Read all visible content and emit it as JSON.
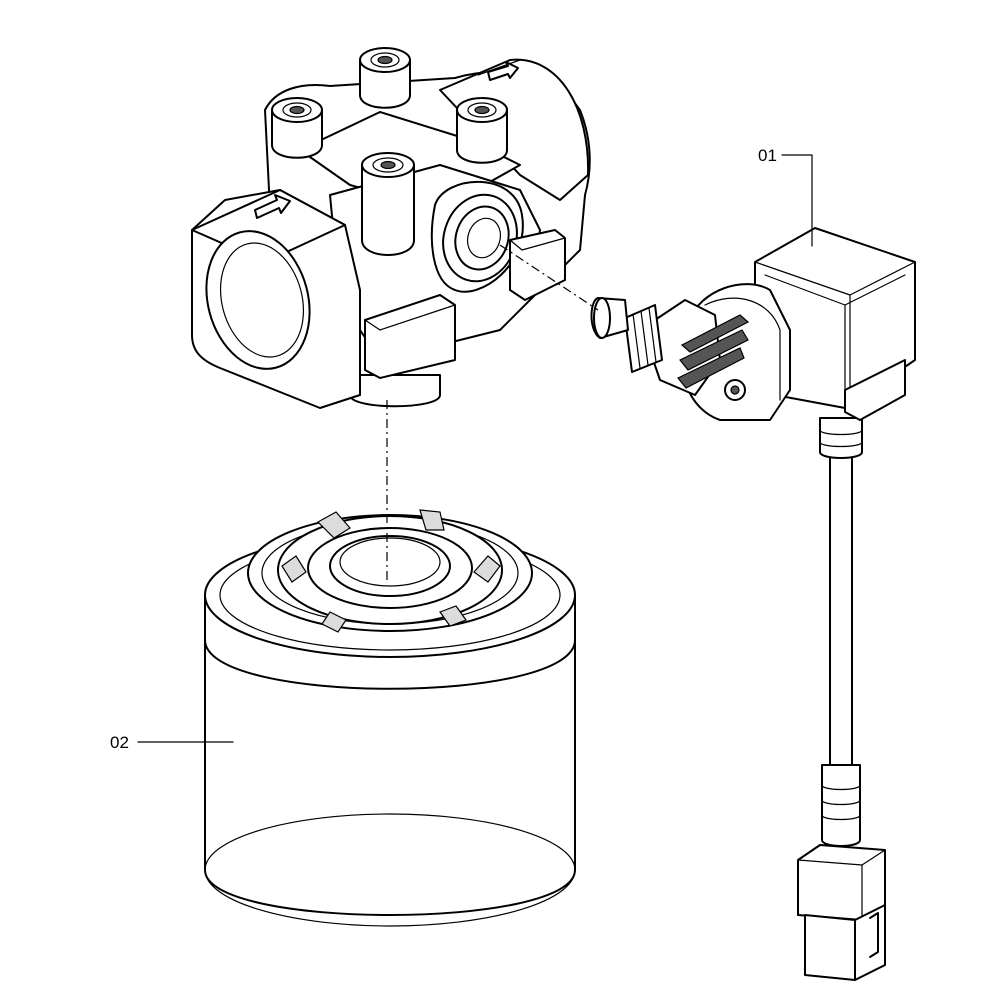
{
  "callouts": [
    {
      "id": "01",
      "label": "01"
    },
    {
      "id": "02",
      "label": "02"
    }
  ],
  "style": {
    "line_color": "#000000",
    "background": "#ffffff"
  }
}
